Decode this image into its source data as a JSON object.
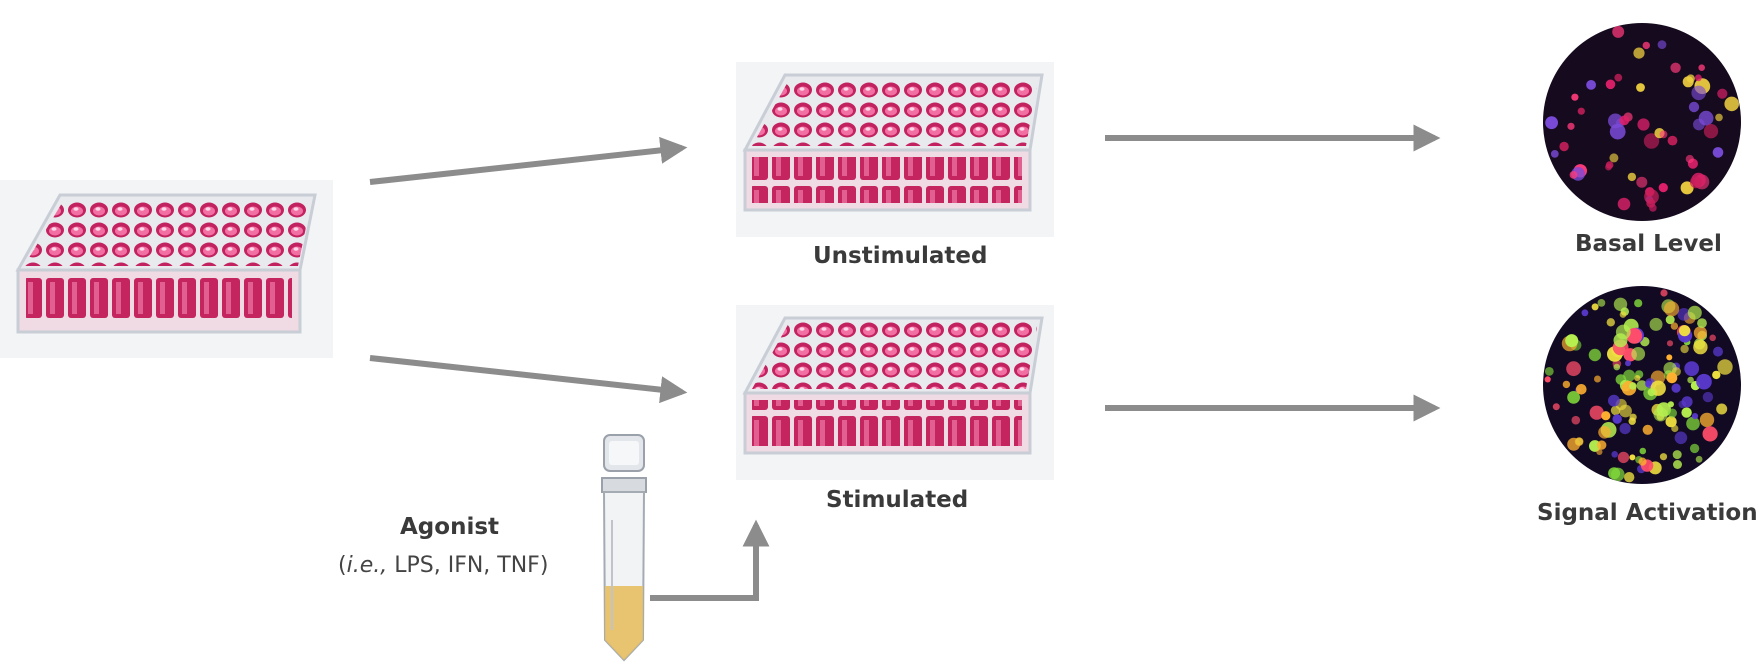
{
  "labels": {
    "unstimulated": "Unstimulated",
    "stimulated": "Stimulated",
    "basal": "Basal Level",
    "signal": "Signal Activation",
    "agonist": "Agonist",
    "agonist_open": "(",
    "agonist_ie": "i.e.,",
    "agonist_rest": " LPS, IFN, TNF)"
  },
  "colors": {
    "arrow": "#8c8c8c",
    "plate_frame": "#d9dde3",
    "well_pink": "#d0306f",
    "well_dark": "#8f1a47",
    "micro_bg": "#120a1a",
    "tube_liquid": "#e7bf63"
  },
  "icons": {
    "plate": "well-plate-icon",
    "tube": "agonist-tube-icon",
    "micrograph": "cell-micrograph-icon"
  }
}
